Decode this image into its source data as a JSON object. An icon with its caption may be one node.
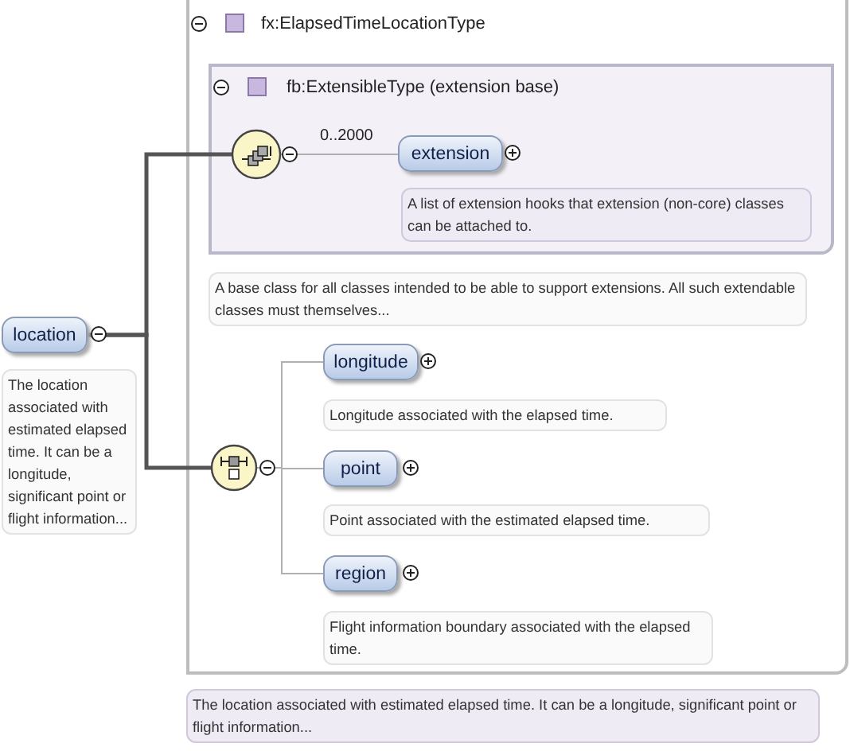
{
  "diagram": {
    "nodes": [
      {
        "text": [
          "fx:ElapsedTimeLocationType"
        ],
        "beside": [
          "The location associated with estimated elapsed time. It can be a longitude, significant point or flight information..."
        ]
      },
      {
        "text": [
          "fb:ExtensibleType (extension base)"
        ],
        "in": 0,
        "beside": [
          "A base class for all classes intended to be able to support extensions. All such extendable classes must themselves..."
        ]
      },
      {
        "text": [],
        "shape": "circle",
        "in": 1
      },
      {
        "text": [
          "extension"
        ],
        "in": 1,
        "beside": [
          "A list of extension hooks that extension (non-core) classes can be attached to."
        ]
      },
      {
        "text": [
          "location"
        ],
        "beside": [
          "The location associated with estimated elapsed time. It can be a longitude, significant point or flight information..."
        ]
      },
      {
        "text": [],
        "shape": "circle",
        "in": 0
      },
      {
        "text": [
          "longitude"
        ],
        "in": 0,
        "beside": [
          "Longitude associated with the elapsed time."
        ]
      },
      {
        "text": [
          "point"
        ],
        "in": 0,
        "beside": [
          "Point associated with the estimated elapsed time."
        ]
      },
      {
        "text": [
          "region"
        ],
        "in": 0,
        "beside": [
          "Flight information boundary associated with the elapsed time."
        ]
      }
    ],
    "edges": [
      {
        "from": 4,
        "to": 2,
        "arrow": "none",
        "style": "thick",
        "color": "#555555"
      },
      {
        "from": 4,
        "to": 5,
        "arrow": "none",
        "style": "thick",
        "color": "#555555"
      },
      {
        "from": 2,
        "to": 3,
        "arrow": "none",
        "label": "0..2000"
      },
      {
        "from": 5,
        "to": 6,
        "arrow": "none"
      },
      {
        "from": 5,
        "to": 7,
        "arrow": "none"
      },
      {
        "from": 5,
        "to": 8,
        "arrow": "none"
      }
    ]
  }
}
